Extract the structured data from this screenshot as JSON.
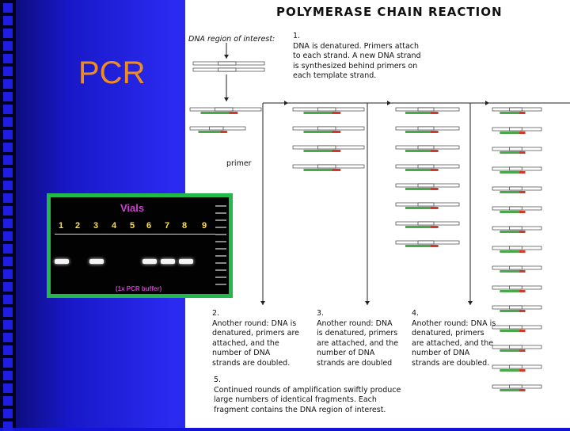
{
  "slide": {
    "title": "PCR"
  },
  "diagram": {
    "title": "POLYMERASE CHAIN REACTION",
    "region_label": "DNA region of interest:",
    "primer_label": "primer",
    "step1": {
      "num": "1.",
      "lines": [
        "DNA is denatured. Primers attach",
        "to each strand. A new DNA strand",
        "is synthesized behind primers on",
        "each template strand."
      ]
    },
    "step2": {
      "num": "2.",
      "lines": [
        "Another round: DNA is",
        "denatured, primers are",
        "attached, and the",
        "number of DNA",
        "strands are doubled."
      ]
    },
    "step3": {
      "num": "3.",
      "lines": [
        "Another round: DNA",
        "is denatured, primers",
        "are attached, and the",
        "number of DNA",
        "strands are doubled"
      ]
    },
    "step4": {
      "num": "4.",
      "lines": [
        "Another round: DNA is",
        "denatured, primers",
        "are attached, and the",
        "number of DNA",
        "strands are doubled."
      ]
    },
    "step5": {
      "num": "5.",
      "lines": [
        "Continued rounds of amplification swiftly produce",
        "large numbers of identical fragments. Each",
        "fragment contains the DNA region of interest."
      ]
    }
  },
  "gel": {
    "title": "Vials",
    "lanes": [
      "1",
      "2",
      "3",
      "4",
      "5",
      "6",
      "7",
      "8",
      "9"
    ],
    "buffer_label": "(1x PCR buffer)"
  }
}
